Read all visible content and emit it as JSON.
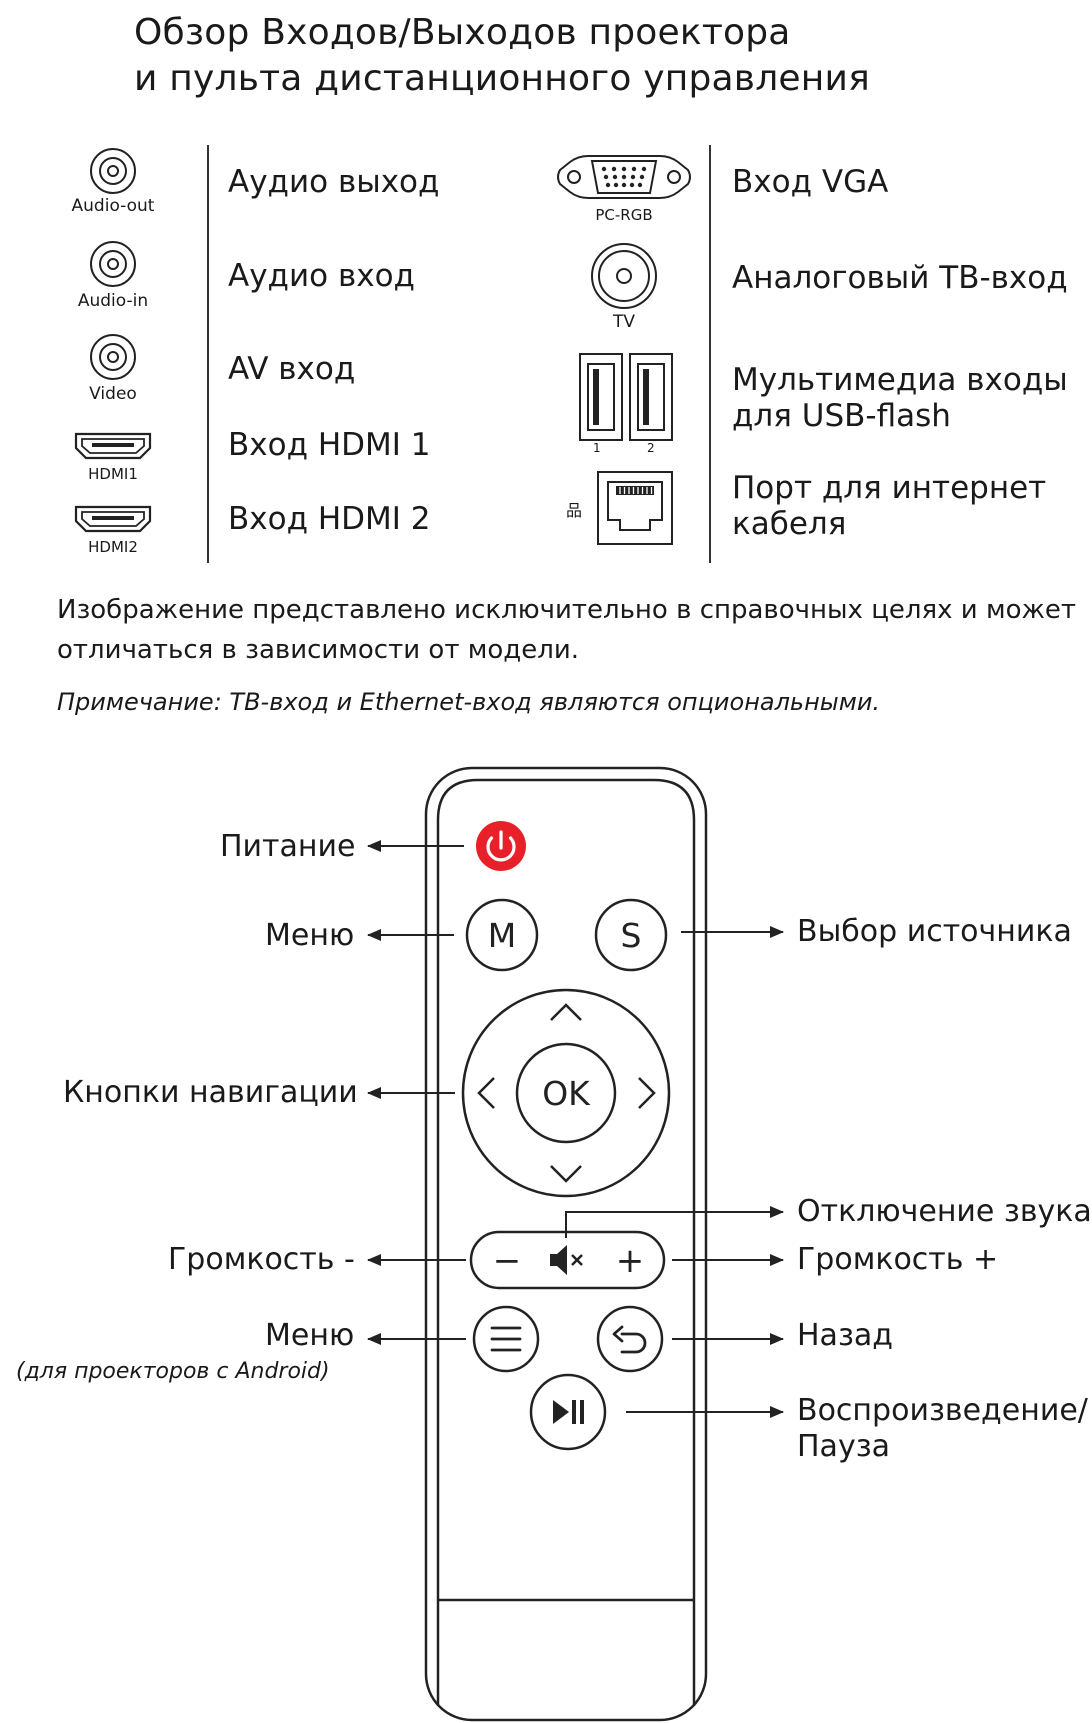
{
  "title": {
    "line1": "Обзор Входов/Выходов проектора",
    "line2": "и пульта дистанционного управления"
  },
  "ports_left": [
    {
      "caption": "Audio-out",
      "label": "Аудио выход",
      "icon": "audio-jack-icon"
    },
    {
      "caption": "Audio-in",
      "label": "Аудио вход",
      "icon": "audio-jack-icon"
    },
    {
      "caption": "Video",
      "label": "AV вход",
      "icon": "audio-jack-icon"
    },
    {
      "caption": "HDMI1",
      "label": "Вход HDMI 1",
      "icon": "hdmi-port-icon"
    },
    {
      "caption": "HDMI2",
      "label": "Вход HDMI 2",
      "icon": "hdmi-port-icon"
    }
  ],
  "ports_right": [
    {
      "caption": "PC-RGB",
      "label": "Вход VGA",
      "icon": "vga-port-icon"
    },
    {
      "caption": "TV",
      "label": "Аналоговый ТВ-вход",
      "icon": "tv-coax-icon"
    },
    {
      "caption_1": "1",
      "caption_2": "2",
      "label_line1": "Мультимедиа входы",
      "label_line2": "для USB-flash",
      "icon": "usb-port-icon"
    },
    {
      "caption": "品",
      "label_line1": "Порт для интернет",
      "label_line2": "кабеля",
      "icon": "ethernet-port-icon"
    }
  ],
  "notes": {
    "line1": "Изображение представлено исключительно в справочных целях и может",
    "line2": "отличаться в зависимости от модели.",
    "italic": "Примечание: ТВ-вход и Ethernet-вход являются опциональными."
  },
  "remote": {
    "buttons": {
      "menu": "M",
      "source": "S",
      "ok": "OK",
      "vol_minus": "−",
      "vol_plus": "+"
    },
    "labels": {
      "power": "Питание",
      "menu": "Меню",
      "source": "Выбор источника",
      "navigation": "Кнопки навигации",
      "mute": "Отключение звука",
      "vol_minus": "Громкость -",
      "vol_plus": "Громкость +",
      "android_menu": "Меню",
      "android_menu_note": "(для проекторов с Android)",
      "back": "Назад",
      "play_pause_line1": "Воспроизведение/",
      "play_pause_line2": "Пауза"
    },
    "colors": {
      "power_button": "#e8202a",
      "outline": "#222222"
    }
  }
}
